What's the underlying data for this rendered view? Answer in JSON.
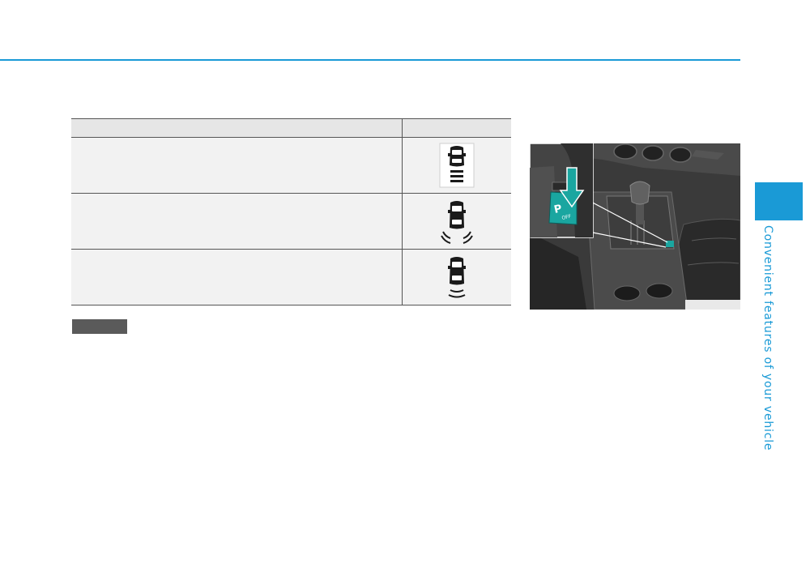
{
  "page": {
    "accent_color": "#1a9ad6",
    "side_caption": "Convenient features of your vehicle"
  },
  "table": {
    "rows": [
      {
        "indicator_icon": "car-all-sensors-icon"
      },
      {
        "indicator_icon": "car-rear-outer-sensors-icon"
      },
      {
        "indicator_icon": "car-rear-center-sensor-icon"
      }
    ]
  },
  "illustration": {
    "subject": "center console shift lever with parking assist button",
    "button_label": "P",
    "button_sub_label": "OFF"
  }
}
